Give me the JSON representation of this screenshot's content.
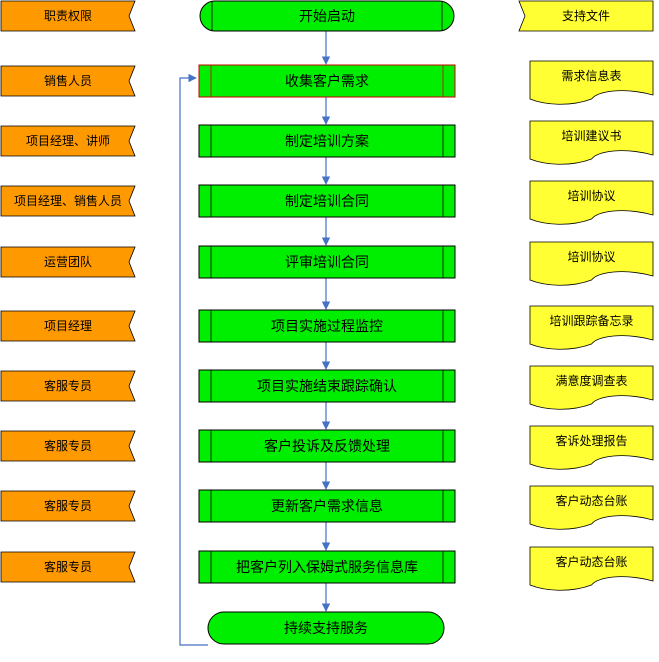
{
  "headers": {
    "role": "职责权限",
    "doc": "支持文件"
  },
  "process": {
    "start": "开始启动",
    "steps": [
      "收集客户需求",
      "制定培训方案",
      "制定培训合同",
      "评审培训合同",
      "项目实施过程监控",
      "项目实施结束跟踪确认",
      "客户投诉及反馈处理",
      "更新客户需求信息",
      "把客户列入保姆式服务信息库"
    ],
    "end": "持续支持服务"
  },
  "roles": [
    "销售人员",
    "项目经理、讲师",
    "项目经理、销售人员",
    "运营团队",
    "项目经理",
    "客服专员",
    "客服专员",
    "客服专员",
    "客服专员"
  ],
  "documents": [
    "需求信息表",
    "培训建议书",
    "培训协议",
    "培训协议",
    "培训跟踪备忘录",
    "满意度调查表",
    "客诉处理报告",
    "客户动态台账",
    "客户动态台账"
  ],
  "colors": {
    "process_fill": "#00ee00",
    "role_fill": "#ff9900",
    "doc_fill": "#ffff33",
    "connector": "#4472c4",
    "highlight_border": "#cc0000"
  }
}
